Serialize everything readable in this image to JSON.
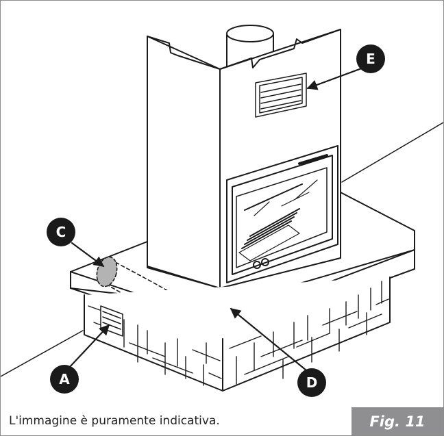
{
  "labels": {
    "a": "A",
    "b": "E",
    "c": "C",
    "d": "D"
  },
  "caption": "L'immagine è puramente indicativa.",
  "figure_label": "Fig. 11",
  "colors": {
    "ink": "#1a1a1a",
    "marker_fill": "#1a1a1a",
    "vent_fill": "#b3b3b3",
    "badge": "#8f8f91"
  },
  "icons": {
    "markers": "filled-circle-letter",
    "pointers": "arrow"
  }
}
